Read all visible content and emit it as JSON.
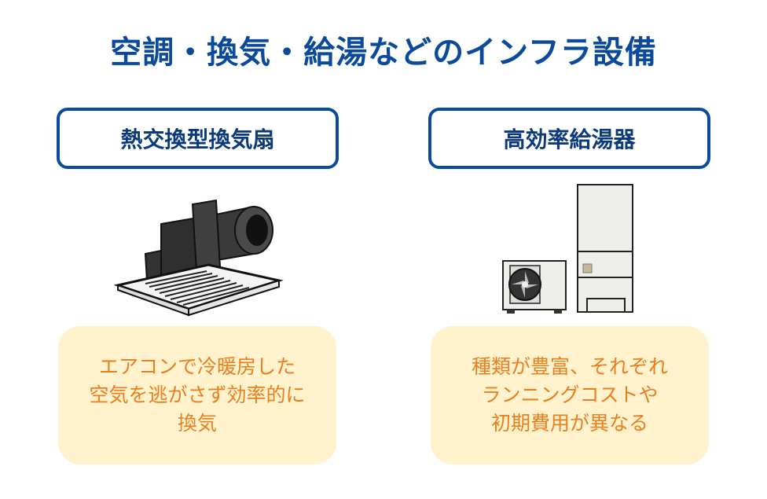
{
  "title": "空調・換気・給湯などのインフラ設備",
  "items": [
    {
      "label": "熱交換型換気扇",
      "description": "エアコンで冷暖房した\n空気を逃がさず効率的に\n換気",
      "icon": "ventilation-fan-icon"
    },
    {
      "label": "高効率給湯器",
      "description": "種類が豊富、それぞれ\nランニングコストや\n初期費用が異なる",
      "icon": "water-heater-icon"
    }
  ],
  "colors": {
    "title": "#0b4a9a",
    "box_border": "#0b4a9a",
    "desc_bg": "#fff2cc",
    "desc_text": "#e88020"
  }
}
